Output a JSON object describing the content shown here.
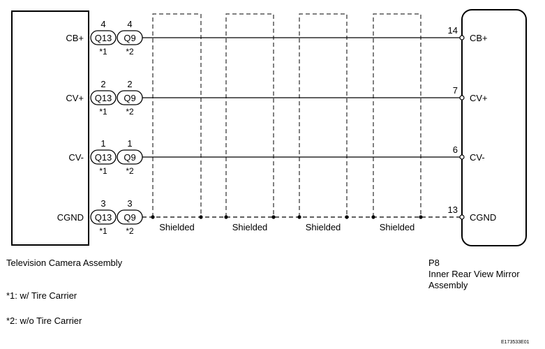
{
  "left_component": {
    "label": "Television Camera Assembly"
  },
  "right_component": {
    "code": "P8",
    "label_line1": "Inner Rear View Mirror",
    "label_line2": "Assembly"
  },
  "connector_left": "Q13",
  "connector_right": "Q9",
  "connector_left_note": "*1",
  "connector_right_note": "*2",
  "signals": [
    {
      "name": "CB+",
      "pin_q13": "4",
      "pin_q9": "4",
      "pin_p8": "14",
      "shielded": false
    },
    {
      "name": "CV+",
      "pin_q13": "2",
      "pin_q9": "2",
      "pin_p8": "7",
      "shielded": false
    },
    {
      "name": "CV-",
      "pin_q13": "1",
      "pin_q9": "1",
      "pin_p8": "6",
      "shielded": false
    },
    {
      "name": "CGND",
      "pin_q13": "3",
      "pin_q9": "3",
      "pin_p8": "13",
      "shielded": true
    }
  ],
  "shield_label": "Shielded",
  "shield_count": 4,
  "notes": [
    "*1: w/ Tire Carrier",
    "*2: w/o Tire Carrier"
  ],
  "figure_id": "E173533E01"
}
